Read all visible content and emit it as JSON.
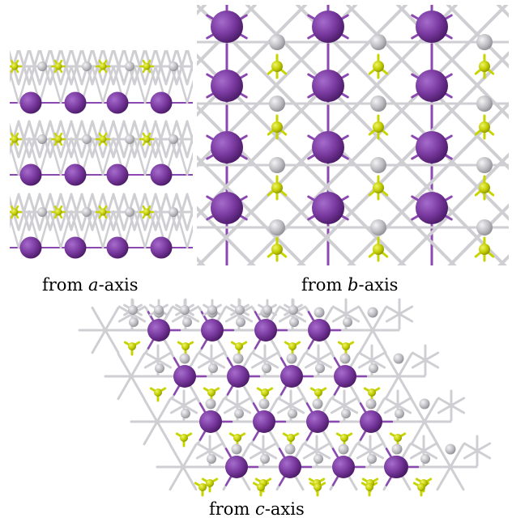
{
  "panels": [
    {
      "id": "a",
      "caption_prefix": "from ",
      "axis_letter": "a",
      "caption_suffix": "-axis"
    },
    {
      "id": "b",
      "caption_prefix": "from ",
      "axis_letter": "b",
      "caption_suffix": "-axis"
    },
    {
      "id": "c",
      "caption_prefix": "from ",
      "axis_letter": "c",
      "caption_suffix": "-axis"
    }
  ],
  "colors": {
    "large_atom": "#7a3aa0",
    "large_atom_dark": "#4e1f6b",
    "medium_atom": "#bfbfc4",
    "small_atom": "#c8d400",
    "bond_light": "#cfcfd3",
    "bond_purple": "#8a48b0",
    "bond_yellow": "#c8d400"
  }
}
